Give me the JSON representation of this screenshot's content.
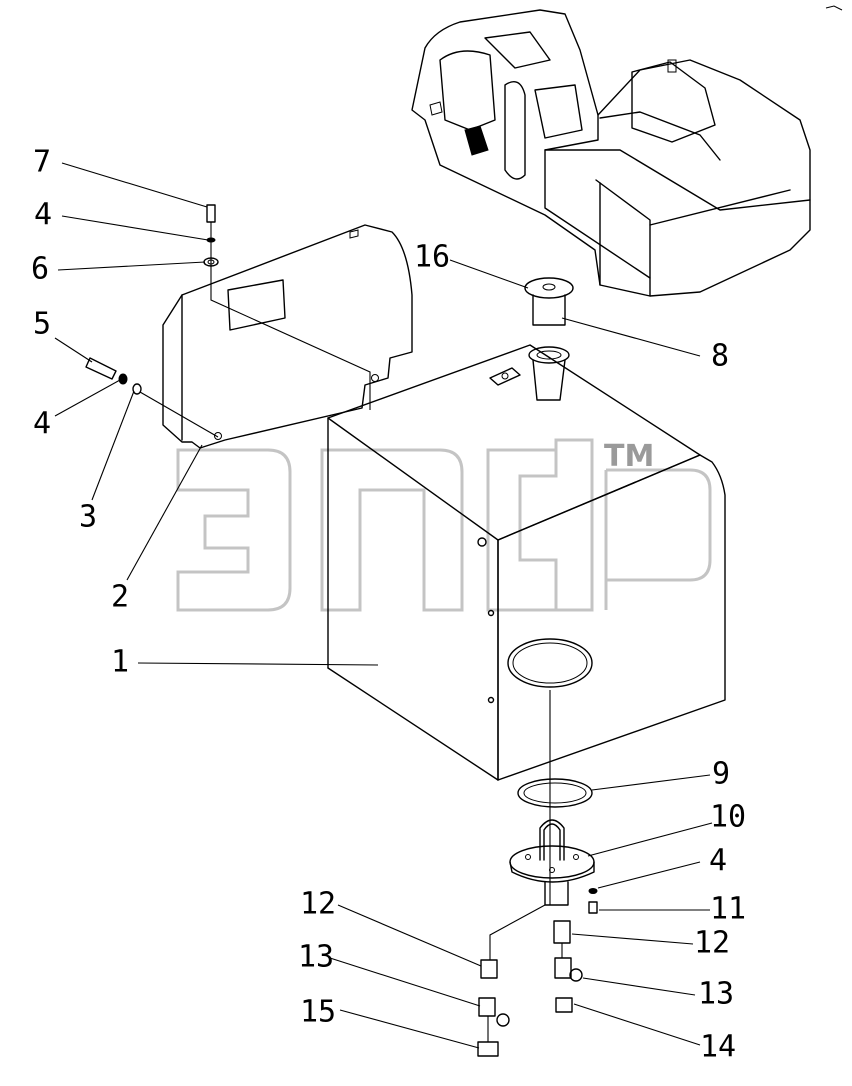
{
  "diagram": {
    "watermark": {
      "tm": "TM"
    },
    "callouts": [
      {
        "id": "c7",
        "label": "7"
      },
      {
        "id": "c4a",
        "label": "4"
      },
      {
        "id": "c6",
        "label": "6"
      },
      {
        "id": "c5",
        "label": "5"
      },
      {
        "id": "c4b",
        "label": "4"
      },
      {
        "id": "c3",
        "label": "3"
      },
      {
        "id": "c2",
        "label": "2"
      },
      {
        "id": "c1",
        "label": "1"
      },
      {
        "id": "c16",
        "label": "16"
      },
      {
        "id": "c8",
        "label": "8"
      },
      {
        "id": "c9",
        "label": "9"
      },
      {
        "id": "c10",
        "label": "10"
      },
      {
        "id": "c4c",
        "label": "4"
      },
      {
        "id": "c11",
        "label": "11"
      },
      {
        "id": "c12a",
        "label": "12"
      },
      {
        "id": "c12b",
        "label": "12"
      },
      {
        "id": "c13a",
        "label": "13"
      },
      {
        "id": "c13b",
        "label": "13"
      },
      {
        "id": "c15",
        "label": "15"
      },
      {
        "id": "c14",
        "label": "14"
      }
    ]
  }
}
